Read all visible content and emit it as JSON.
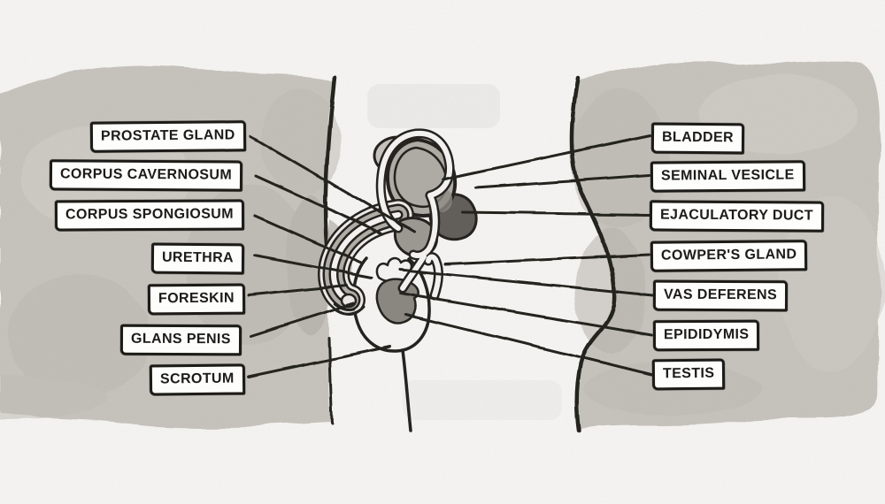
{
  "figure": {
    "kind": "hand-drawn watercolor anatomical diagram",
    "view": "sagittal cross-section between two shaded body panels"
  },
  "labels_left": [
    "PROSTATE GLAND",
    "CORPUS CAVERNOSUM",
    "CORPUS SPONGIOSUM",
    "URETHRA",
    "FORESKIN",
    "GLANS PENIS",
    "SCROTUM"
  ],
  "labels_right": [
    "BLADDER",
    "SEMINAL VESICLE",
    "EJACULATORY DUCT",
    "COWPER'S GLAND",
    "VAS DEFERENS",
    "EPIDIDYMIS",
    "TESTIS"
  ],
  "colors": {
    "ink": "#1d1b17",
    "paper": "#fcfbf9",
    "wash": "#cac6c0",
    "wash_light": "#d6d3cd",
    "wash_dark": "#b4b0aa",
    "bladder": "#b1ada7",
    "bladder_shade": "#8f8b85",
    "seminal_vesicle": "#5f5b56",
    "testis": "#8a8680",
    "prostate": "#9d9993",
    "shaft_band": "#b3afa9",
    "shaft_light": "#f2f1ee",
    "tube_white": "#fbfaf8",
    "box_bg": "#fdfdfb"
  }
}
